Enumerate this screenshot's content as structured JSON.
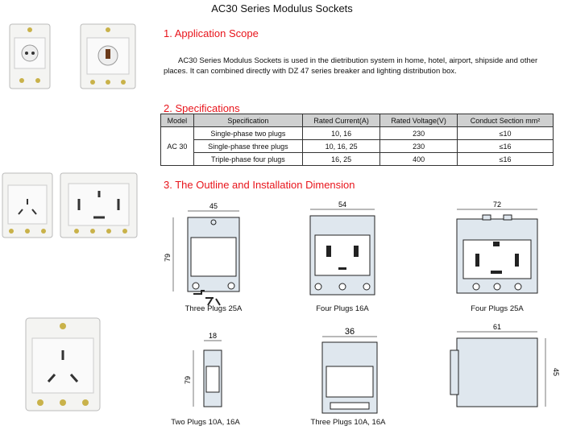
{
  "title": "AC30 Series Modulus Sockets",
  "sections": {
    "scope": {
      "heading": "1. Application Scope",
      "text": "AC30 Series Modulus Sockets is used in the dietribution system in home, hotel, airport, shipside and other places.  It can combined directly with DZ 47 series breaker and lighting distribution box."
    },
    "specs": {
      "heading": "2. Specifications",
      "headers": [
        "Model",
        "Specification",
        "Rated Current(A)",
        "Rated Voltage(V)",
        "Conduct Section mm²"
      ],
      "model": "AC 30",
      "rows": [
        [
          "Single-phase two plugs",
          "10, 16",
          "230",
          "≤10"
        ],
        [
          "Single-phase three plugs",
          "10, 16, 25",
          "230",
          "≤16"
        ],
        [
          "Triple-phase four plugs",
          "16, 25",
          "400",
          "≤16"
        ]
      ]
    },
    "outline": {
      "heading": "3. The Outline and Installation Dimension",
      "drawings": [
        {
          "label": "Three Plugs 25A",
          "width": "45",
          "height": "79"
        },
        {
          "label": "Four Plugs 16A",
          "width": "54"
        },
        {
          "label": "Four Plugs 25A",
          "width": "72"
        },
        {
          "label": "Two Plugs 10A, 16A",
          "width": "18",
          "height": "79"
        },
        {
          "label": "Three Plugs 10A, 16A",
          "width": "36"
        },
        {
          "label": "",
          "width": "61",
          "height": "45"
        }
      ]
    }
  }
}
